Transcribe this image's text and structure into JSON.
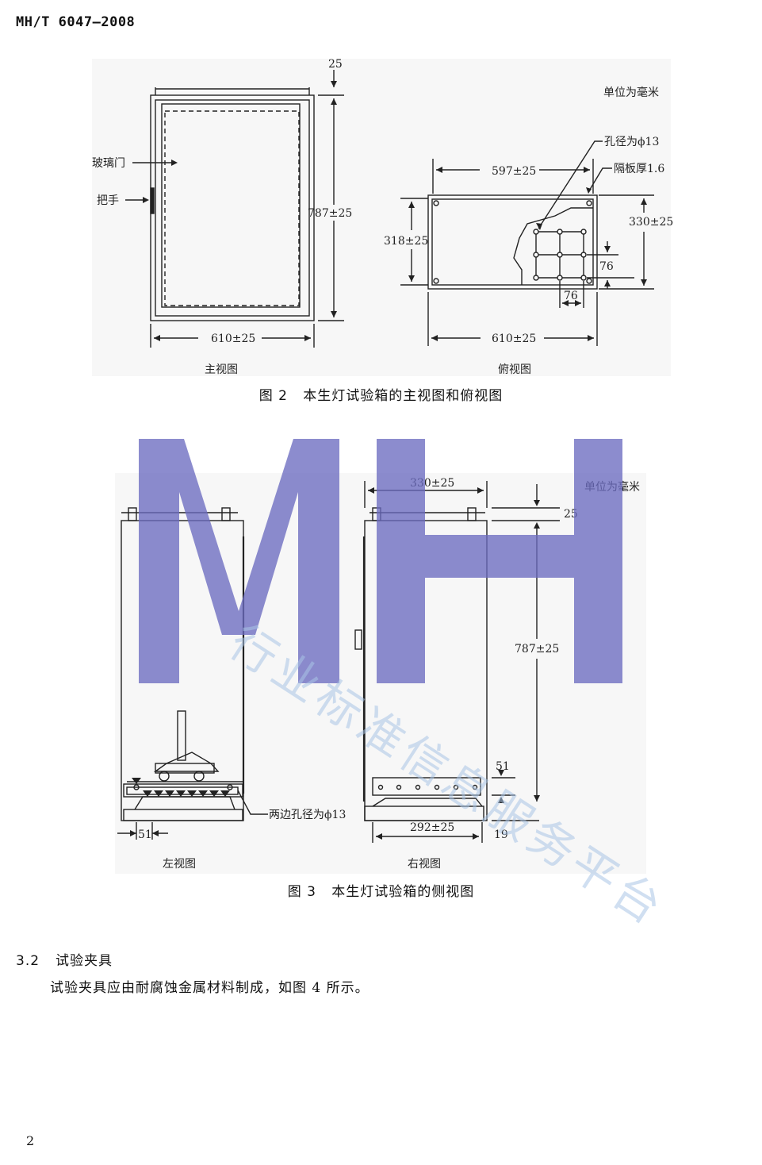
{
  "header": {
    "standard_no": "MH/T 6047—2008"
  },
  "figure2": {
    "unit_note": "单位为毫米",
    "front_view": {
      "label": "主视图",
      "glass_door": "玻璃门",
      "handle": "把手",
      "dim_top": "25",
      "dim_height": "787±25",
      "dim_width": "610±25"
    },
    "top_view": {
      "label": "俯视图",
      "hole_dia": "孔径为ϕ13",
      "partition_thickness": "隔板厚1.6",
      "dim_597": "597±25",
      "dim_330": "330±25",
      "dim_318": "318±25",
      "dim_76_v": "76",
      "dim_76_h": "76",
      "dim_width": "610±25"
    },
    "caption_no": "图 2",
    "caption_text": "本生灯试验箱的主视图和俯视图"
  },
  "figure3": {
    "unit_note": "单位为毫米",
    "left_view": {
      "label": "左视图",
      "hole_dia_both": "两边孔径为ϕ13",
      "dim_51": "51"
    },
    "right_view": {
      "label": "右视图",
      "dim_330": "330±25",
      "dim_25": "25",
      "dim_787": "787±25",
      "dim_51": "51",
      "dim_292": "292±25",
      "dim_19": "19"
    },
    "caption_no": "图 3",
    "caption_text": "本生灯试验箱的侧视图"
  },
  "watermark": {
    "logo": "MH",
    "text": "行业标准信息服务平台"
  },
  "section": {
    "number": "3.2",
    "title": "试验夹具"
  },
  "paragraph": "试验夹具应由耐腐蚀金属材料制成，如图 4 所示。",
  "page_number": "2"
}
